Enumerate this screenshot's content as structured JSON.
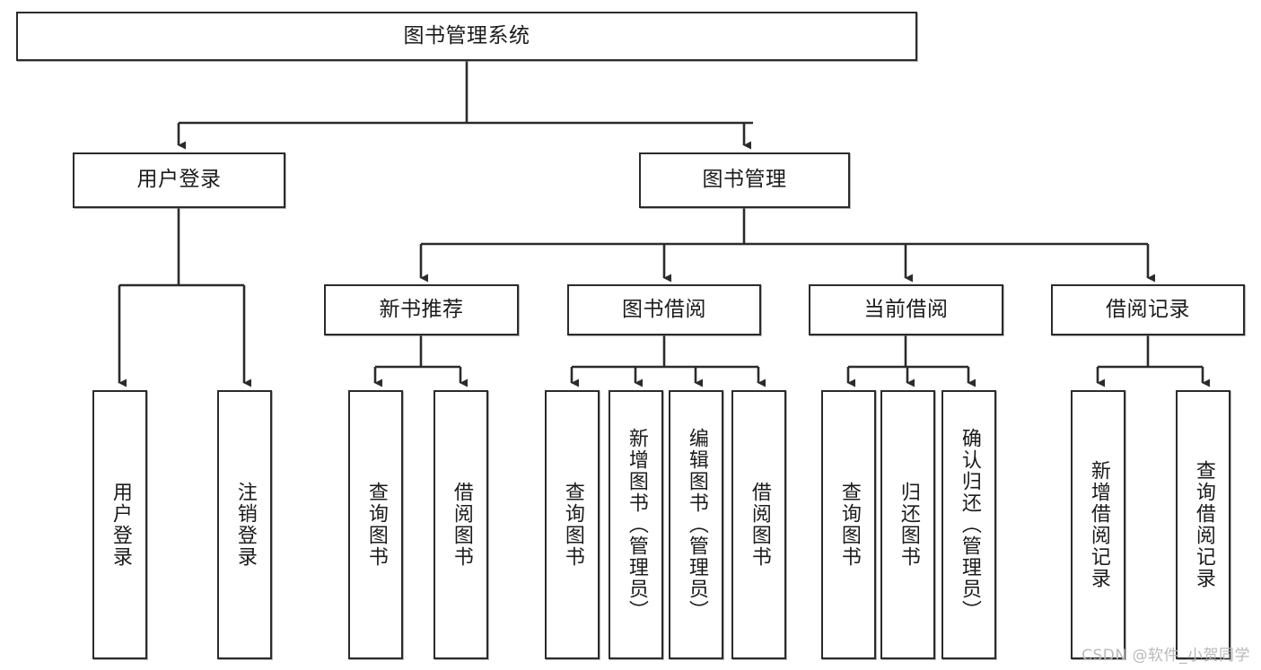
{
  "diagram": {
    "title": "图书管理系统",
    "watermark": "CSDN @软件_小贺同学",
    "line_color": "#2b2b2b",
    "box_border_color": "#2b2b2b",
    "background_color": "#ffffff",
    "text_color": "#1b1b1b",
    "nodes": {
      "root": "图书管理系统",
      "level2": [
        "用户登录",
        "图书管理"
      ],
      "level3": [
        "新书推荐",
        "图书借阅",
        "当前借阅",
        "借阅记录"
      ],
      "leaves": {
        "user_login": [
          "用户登录",
          "注销登录"
        ],
        "new_book_recommend": [
          "查询图书",
          "借阅图书"
        ],
        "book_borrow": [
          "查询图书",
          "新增图书（管理员）",
          "编辑图书（管理员）",
          "借阅图书"
        ],
        "current_borrow": [
          "查询图书",
          "归还图书",
          "确认归还（管理员）"
        ],
        "borrow_record": [
          "新增借阅记录",
          "查询借阅记录"
        ]
      }
    }
  }
}
